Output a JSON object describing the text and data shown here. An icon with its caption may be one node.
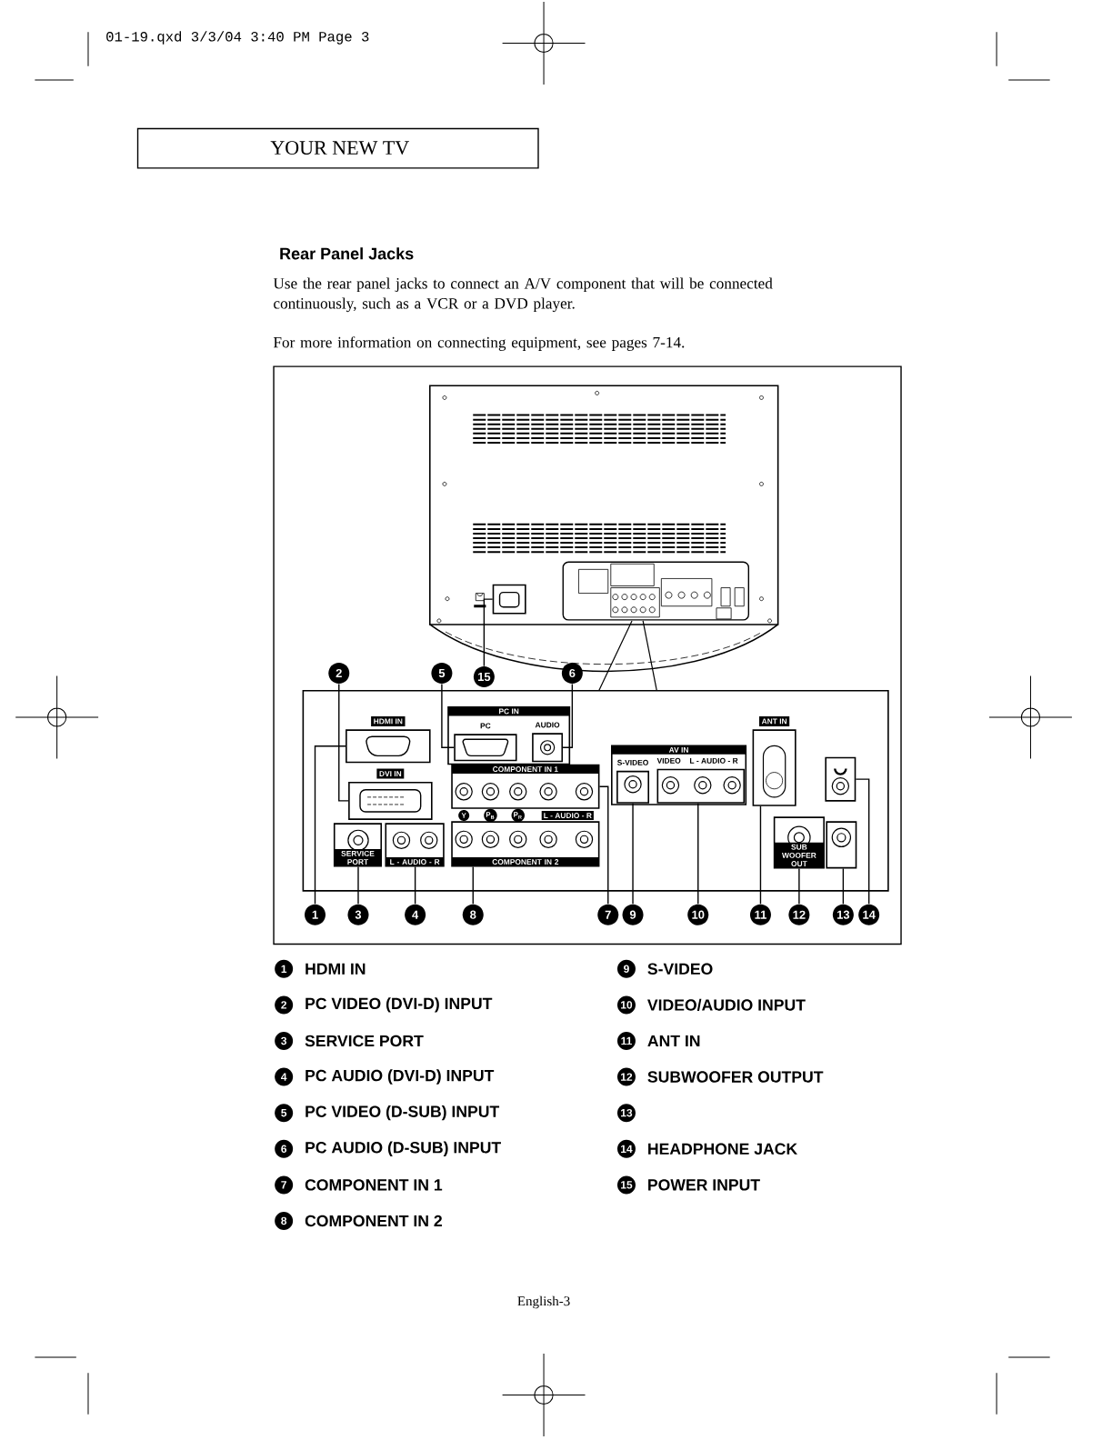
{
  "diagram": {
    "title": "YOUR NEW TV",
    "nodes": [
      {
        "text": [],
        "shape": "box"
      },
      {
        "text": [
          "HDMI IN"
        ],
        "in": 0
      },
      {
        "text": [
          "DVI IN"
        ],
        "in": 0
      },
      {
        "text": [
          "SERVICE PORT"
        ],
        "in": 0
      },
      {
        "text": [
          "L - AUDIO - R"
        ],
        "in": 0
      },
      {
        "text": [
          "PC IN"
        ],
        "in": 0
      },
      {
        "text": [
          "PC"
        ],
        "in": 5
      },
      {
        "text": [
          "AUDIO"
        ],
        "in": 5
      },
      {
        "text": [
          "COMPONENT IN 1"
        ],
        "in": 0
      },
      {
        "text": [
          "COMPONENT IN 2"
        ],
        "in": 0
      },
      {
        "text": [
          "AV IN"
        ],
        "in": 0
      },
      {
        "text": [
          "S-VIDEO"
        ],
        "in": 10
      },
      {
        "text": [
          "VIDEO",
          "L - AUDIO - R"
        ],
        "in": 10
      },
      {
        "text": [
          "ANT IN"
        ],
        "in": 0
      },
      {
        "text": [
          "SUB WOOFER OUT"
        ],
        "in": 0
      },
      {
        "text": [],
        "shape": "box",
        "in": 0
      },
      {
        "text": [],
        "shape": "box",
        "in": 0
      },
      {
        "text": [],
        "shape": "box"
      },
      {
        "text": [
          "1"
        ]
      },
      {
        "text": [
          "2"
        ]
      },
      {
        "text": [
          "3"
        ]
      },
      {
        "text": [
          "4"
        ]
      },
      {
        "text": [
          "5"
        ]
      },
      {
        "text": [
          "6"
        ]
      },
      {
        "text": [
          "7"
        ]
      },
      {
        "text": [
          "8"
        ]
      },
      {
        "text": [
          "9"
        ]
      },
      {
        "text": [
          "10"
        ]
      },
      {
        "text": [
          "11"
        ]
      },
      {
        "text": [
          "12"
        ]
      },
      {
        "text": [
          "13"
        ]
      },
      {
        "text": [
          "14"
        ]
      },
      {
        "text": [
          "15"
        ]
      },
      {
        "text": [
          "1"
        ],
        "beside": [
          "HDMI IN"
        ]
      },
      {
        "text": [
          "9"
        ],
        "beside": [
          "S-VIDEO"
        ]
      },
      {
        "text": [
          "2"
        ],
        "beside": [
          "PC VIDEO (DVI-D) INPUT"
        ]
      },
      {
        "text": [
          "10"
        ],
        "beside": [
          "VIDEO/AUDIO INPUT"
        ]
      },
      {
        "text": [
          "3"
        ],
        "beside": [
          "SERVICE PORT"
        ]
      },
      {
        "text": [
          "11"
        ],
        "beside": [
          "ANT IN"
        ]
      },
      {
        "text": [
          "4"
        ],
        "beside": [
          "PC AUDIO (DVI-D) INPUT"
        ]
      },
      {
        "text": [
          "12"
        ],
        "beside": [
          "SUBWOOFER OUTPUT"
        ]
      },
      {
        "text": [
          "5"
        ],
        "beside": [
          "PC VIDEO (D-SUB) INPUT"
        ]
      },
      {
        "text": [
          "13"
        ]
      },
      {
        "text": [
          "6"
        ],
        "beside": [
          "PC AUDIO (D-SUB) INPUT"
        ]
      },
      {
        "text": [
          "14"
        ],
        "beside": [
          "HEADPHONE JACK"
        ]
      },
      {
        "text": [
          "7"
        ],
        "beside": [
          "COMPONENT IN 1"
        ]
      },
      {
        "text": [
          "15"
        ],
        "beside": [
          "POWER INPUT"
        ]
      },
      {
        "text": [
          "8"
        ],
        "beside": [
          "COMPONENT IN 2"
        ]
      }
    ],
    "edges": [
      {
        "from": 18,
        "to": 1,
        "arrow": "none"
      },
      {
        "from": 19,
        "to": 2,
        "arrow": "none"
      },
      {
        "from": 20,
        "to": 3,
        "arrow": "none"
      },
      {
        "from": 21,
        "to": 4,
        "arrow": "none"
      },
      {
        "from": 22,
        "to": 6,
        "arrow": "none"
      },
      {
        "from": 23,
        "to": 7,
        "arrow": "none"
      },
      {
        "from": 24,
        "to": 8,
        "arrow": "none"
      },
      {
        "from": 25,
        "to": 9,
        "arrow": "none"
      },
      {
        "from": 26,
        "to": 11,
        "arrow": "none"
      },
      {
        "from": 27,
        "to": 12,
        "arrow": "none"
      },
      {
        "from": 28,
        "to": 13,
        "arrow": "none"
      },
      {
        "from": 29,
        "to": 14,
        "arrow": "none"
      },
      {
        "from": 30,
        "to": 16,
        "arrow": "none"
      },
      {
        "from": 31,
        "to": 15,
        "arrow": "none"
      },
      {
        "from": 32,
        "to": 17,
        "arrow": "none"
      }
    ],
    "labels": [
      "01-19.qxd  3/3/04 3:40 PM  Page 3",
      "Rear Panel Jacks",
      "Use the rear panel jacks to connect an A/V component that will be connected continuously, such as a VCR or a DVD player.",
      "For more information on connecting equipment, see pages 7-14.",
      "Y",
      "P$_{B}$",
      "P$_{R}$",
      "L - AUDIO - R",
      "English-3"
    ]
  }
}
